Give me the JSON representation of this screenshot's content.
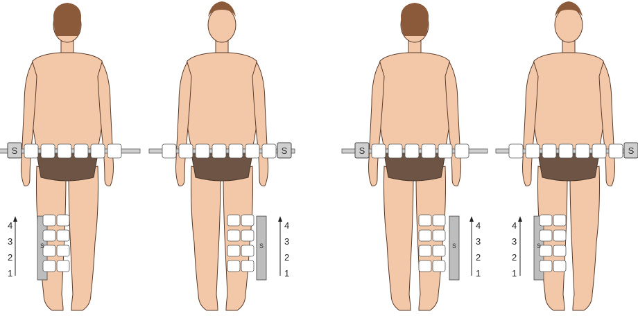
{
  "figures": [
    {
      "view": "back",
      "belt_label": "S",
      "leg_label": "S",
      "scale_numbers": [
        "4",
        "3",
        "2",
        "1"
      ]
    },
    {
      "view": "front",
      "belt_label": "S",
      "leg_label": "S",
      "scale_numbers": [
        "4",
        "3",
        "2",
        "1"
      ]
    },
    {
      "view": "back",
      "belt_label": "S",
      "leg_label": "S",
      "scale_numbers": [
        "4",
        "3",
        "2",
        "1"
      ]
    },
    {
      "view": "front",
      "belt_label": "S",
      "leg_label": "S",
      "scale_numbers": [
        "4",
        "3",
        "2",
        "1"
      ]
    }
  ],
  "colors": {
    "skin": "#f3c8a8",
    "skin_outline": "#5a3a2a",
    "hair": "#8a5a3a",
    "briefs": "#6e5444",
    "sensor_pad": "#ffffff",
    "device_gray": "#bdbdbd",
    "outline": "#444444"
  }
}
